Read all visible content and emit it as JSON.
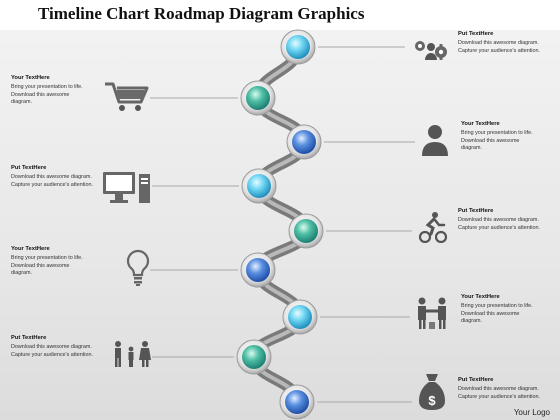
{
  "title": "Timeline Chart Roadmap Diagram Graphics",
  "logo": "Your Logo",
  "items": [
    {
      "head": "Put TextHere",
      "body": "Download this awesome diagram.\nCapture  your audience's attention.",
      "icon": "gears-person-icon",
      "color": "light-blue"
    },
    {
      "head": "Your TextHere",
      "body": "Bring your presentation to life.\nDownload this awesome\ndiagram.",
      "icon": "shopping-cart-icon",
      "color": "teal"
    },
    {
      "head": "Your TextHere",
      "body": "Bring your presentation to life.\nDownload this awesome\ndiagram.",
      "icon": "person-silhouette-icon",
      "color": "blue"
    },
    {
      "head": "Put TextHere",
      "body": "Download this awesome diagram.\nCapture  your audience's attention.",
      "icon": "desktop-computer-icon",
      "color": "light-blue"
    },
    {
      "head": "Put TextHere",
      "body": "Download this awesome diagram.\nCapture  your audience's attention.",
      "icon": "cyclist-icon",
      "color": "teal"
    },
    {
      "head": "Your TextHere",
      "body": "Bring your presentation to life.\nDownload this awesome\ndiagram.",
      "icon": "lightbulb-icon",
      "color": "blue"
    },
    {
      "head": "Your TextHere",
      "body": "Bring your presentation to life.\nDownload this awesome\ndiagram.",
      "icon": "handshake-icon",
      "color": "light-blue"
    },
    {
      "head": "Put TextHere",
      "body": "Download this awesome diagram.\nCapture  your audience's attention.",
      "icon": "family-group-icon",
      "color": "teal"
    },
    {
      "head": "Put TextHere",
      "body": "Download this awesome diagram.\nCapture  your audience's attention.",
      "icon": "money-bag-icon",
      "color": "blue"
    }
  ]
}
